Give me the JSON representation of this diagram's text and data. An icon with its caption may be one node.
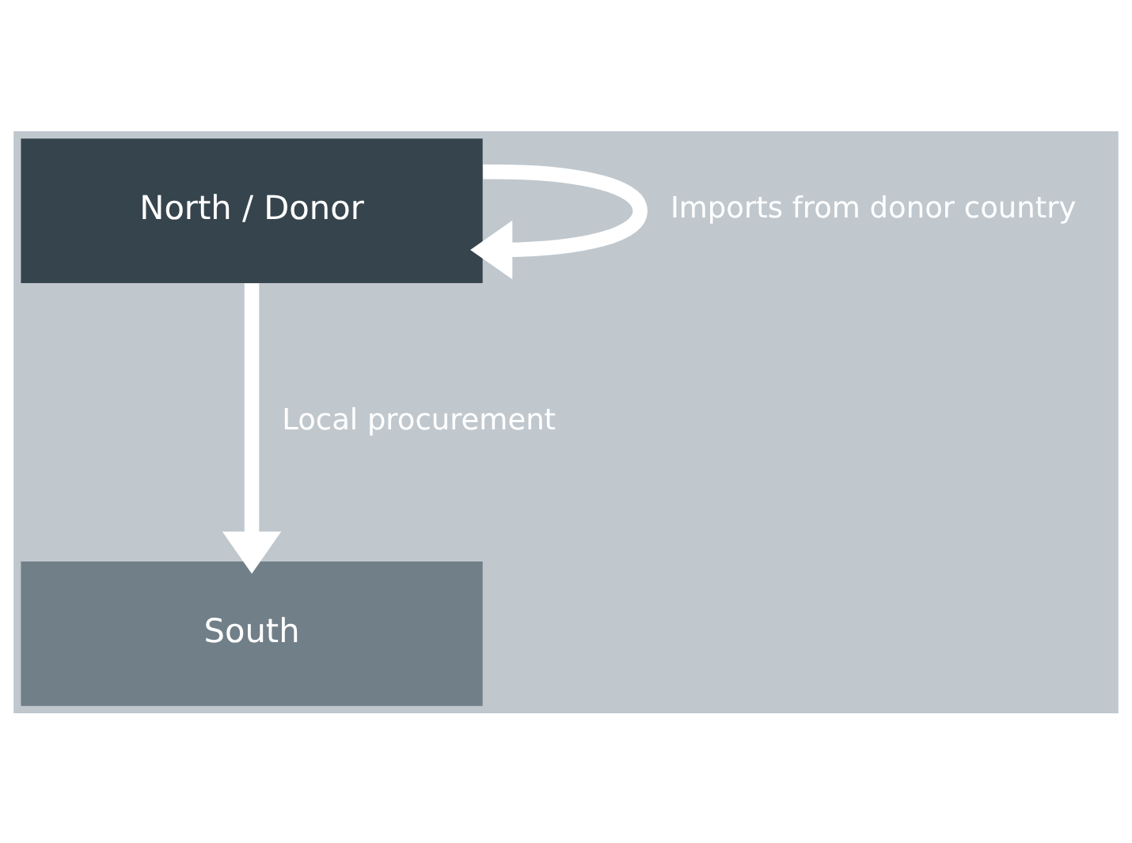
{
  "diagram": {
    "nodes": [
      {
        "text": [
          "North / Donor"
        ]
      },
      {
        "text": [
          "South"
        ]
      }
    ],
    "edges": [
      {
        "from": 0,
        "to": 0,
        "arrow": "to",
        "label": "Imports from donor country"
      },
      {
        "from": 0,
        "to": 1,
        "arrow": "to",
        "label": "Local procurement"
      }
    ]
  }
}
